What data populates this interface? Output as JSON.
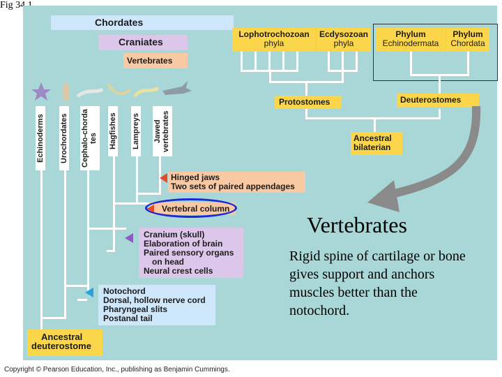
{
  "figure_label": "Fig 34.1",
  "top_labels": {
    "chordates": "Chordates",
    "craniates": "Craniates",
    "vertebrates": "Vertebrates"
  },
  "phyla": {
    "lophotrochozoan": [
      "Lophotrochozoan",
      "phyla"
    ],
    "ecdysozoan": [
      "Ecdysozoan",
      "phyla"
    ],
    "echinodermata": [
      "Phylum",
      "Echinodermata"
    ],
    "chordata": [
      "Phylum",
      "Chordata"
    ]
  },
  "groups": {
    "protostomes": "Protostomes",
    "deuterostomes": "Deuterostomes",
    "ancestral_bilaterian": [
      "Ancestral",
      "bilaterian"
    ],
    "ancestral_deuterostome": [
      "Ancestral",
      "deuterostome"
    ]
  },
  "taxa": [
    "Echinoderms",
    "Urochordates",
    "Cephalo-chordates",
    "Hagfishes",
    "Lampreys",
    "Jawed vertebrates"
  ],
  "traits": {
    "jaws": [
      "Hinged jaws",
      "Two sets of paired appendages"
    ],
    "vertebral": "Vertebral column",
    "cranium": [
      "Cranium (skull)",
      "Elaboration of brain",
      "Paired sensory organs",
      "on head",
      "Neural crest cells"
    ],
    "notochord": [
      "Notochord",
      "Dorsal, hollow nerve cord",
      "Pharyngeal slits",
      "Postanal tail"
    ]
  },
  "slide": {
    "title": "Vertebrates",
    "body": "Rigid spine of cartilage or bone gives support and anchors muscles better than the notochord."
  },
  "copyright": "Copyright © Pearson Education, Inc., publishing as Benjamin Cummings.",
  "colors": {
    "panel": "#a9d6d6",
    "yellow": "#fbd64a",
    "highlight_ring": "#1a2ad6",
    "arrow": "#8a8a8a"
  }
}
